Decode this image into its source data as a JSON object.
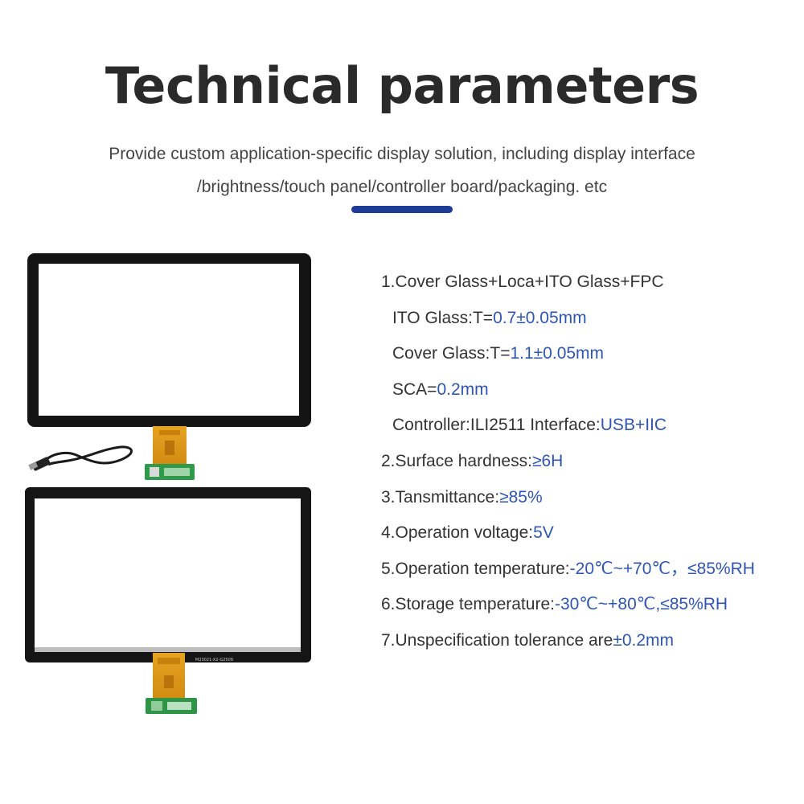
{
  "header": {
    "title": "Technical parameters",
    "subtitle_line1": "Provide custom application-specific display solution, including display interface",
    "subtitle_line2": "/brightness/touch panel/controller board/packaging. etc"
  },
  "specs": [
    {
      "label": "1.Cover Glass+Loca+ITO Glass+FPC",
      "value": "",
      "indent": false
    },
    {
      "label": "ITO Glass:T=",
      "value": "0.7±0.05mm",
      "indent": true
    },
    {
      "label": "Cover Glass:T=",
      "value": "1.1±0.05mm",
      "indent": true
    },
    {
      "label": "SCA=",
      "value": "0.2mm",
      "indent": true
    },
    {
      "label": "Controller:ILI2511 Interface:",
      "value": "USB+IIC",
      "indent": true
    },
    {
      "label": "2.Surface hardness:",
      "value": "≥6H",
      "indent": false
    },
    {
      "label": "3.Tansmittance:",
      "value": "≥85%",
      "indent": false
    },
    {
      "label": "4.Operation voltage:",
      "value": "5V",
      "indent": false
    },
    {
      "label": "5.Operation temperature:",
      "value": "-20℃~+70℃，≤85%RH",
      "indent": false
    },
    {
      "label": "6.Storage temperature:",
      "value": "-30℃~+80℃,≤85%RH",
      "indent": false
    },
    {
      "label": "7.Unspecification tolerance are",
      "value": "±0.2mm",
      "indent": false
    }
  ],
  "colors": {
    "accent": "#1e3b96",
    "value_text": "#2f56b5",
    "title_text": "#2a2a2a"
  },
  "product_images": {
    "top_panel": "touch-panel-with-usb-cable",
    "bottom_panel": "touch-panel-with-fpc-controller",
    "fpc_label": "M23021-X2-G2509"
  }
}
